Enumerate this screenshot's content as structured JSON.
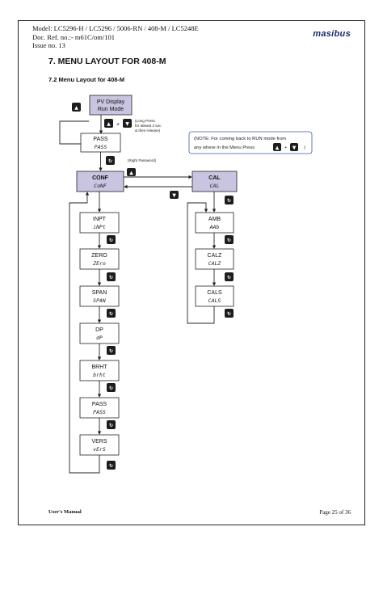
{
  "header": {
    "model": "Model: LC5296-H / LC5296 / 5006-RN / 408-M / LC5248E",
    "doc_ref": "Doc. Ref. no.:- m61C/om/101",
    "issue": "Issue no. 13",
    "logo": "masibus"
  },
  "section_title": "7.   MENU LAYOUT FOR  408-M",
  "subsection_title": "7.2   Menu Layout for 408-M",
  "diagram": {
    "run_mode": {
      "line1": "PV Display",
      "line2": "Run Mode"
    },
    "long_press_note": {
      "line1": "(Long Press",
      "line2": "for atleast 2 sec",
      "line3": "& then release)"
    },
    "right_password": "(Right Password)",
    "note": {
      "line1": "(NOTE: For coming back to RUN mode from",
      "line2": "any where in the Menu Press",
      "line3": ")"
    },
    "plus": "+",
    "conf_menu": [
      {
        "label": "PASS",
        "seg": "PASS"
      },
      {
        "label": "CONF",
        "seg": "CoNF"
      },
      {
        "label": "INPT",
        "seg": "iNPt"
      },
      {
        "label": "ZERO",
        "seg": "ZEro"
      },
      {
        "label": "SPAN",
        "seg": "SPAN"
      },
      {
        "label": "DP",
        "seg": "dP"
      },
      {
        "label": "BRHT",
        "seg": "brht"
      },
      {
        "label": "PASS",
        "seg": "PASS"
      },
      {
        "label": "VERS",
        "seg": "vErS"
      }
    ],
    "cal_menu": [
      {
        "label": "CAL",
        "seg": "CAL"
      },
      {
        "label": "AMB",
        "seg": "AAb"
      },
      {
        "label": "CALZ",
        "seg": "CALZ"
      },
      {
        "label": "CALS",
        "seg": "CALS"
      }
    ],
    "icons": {
      "up": "▲",
      "down": "▼",
      "enter": "↻"
    }
  },
  "footer": {
    "left": "User's Manual",
    "right": "Page 25 of 36"
  }
}
